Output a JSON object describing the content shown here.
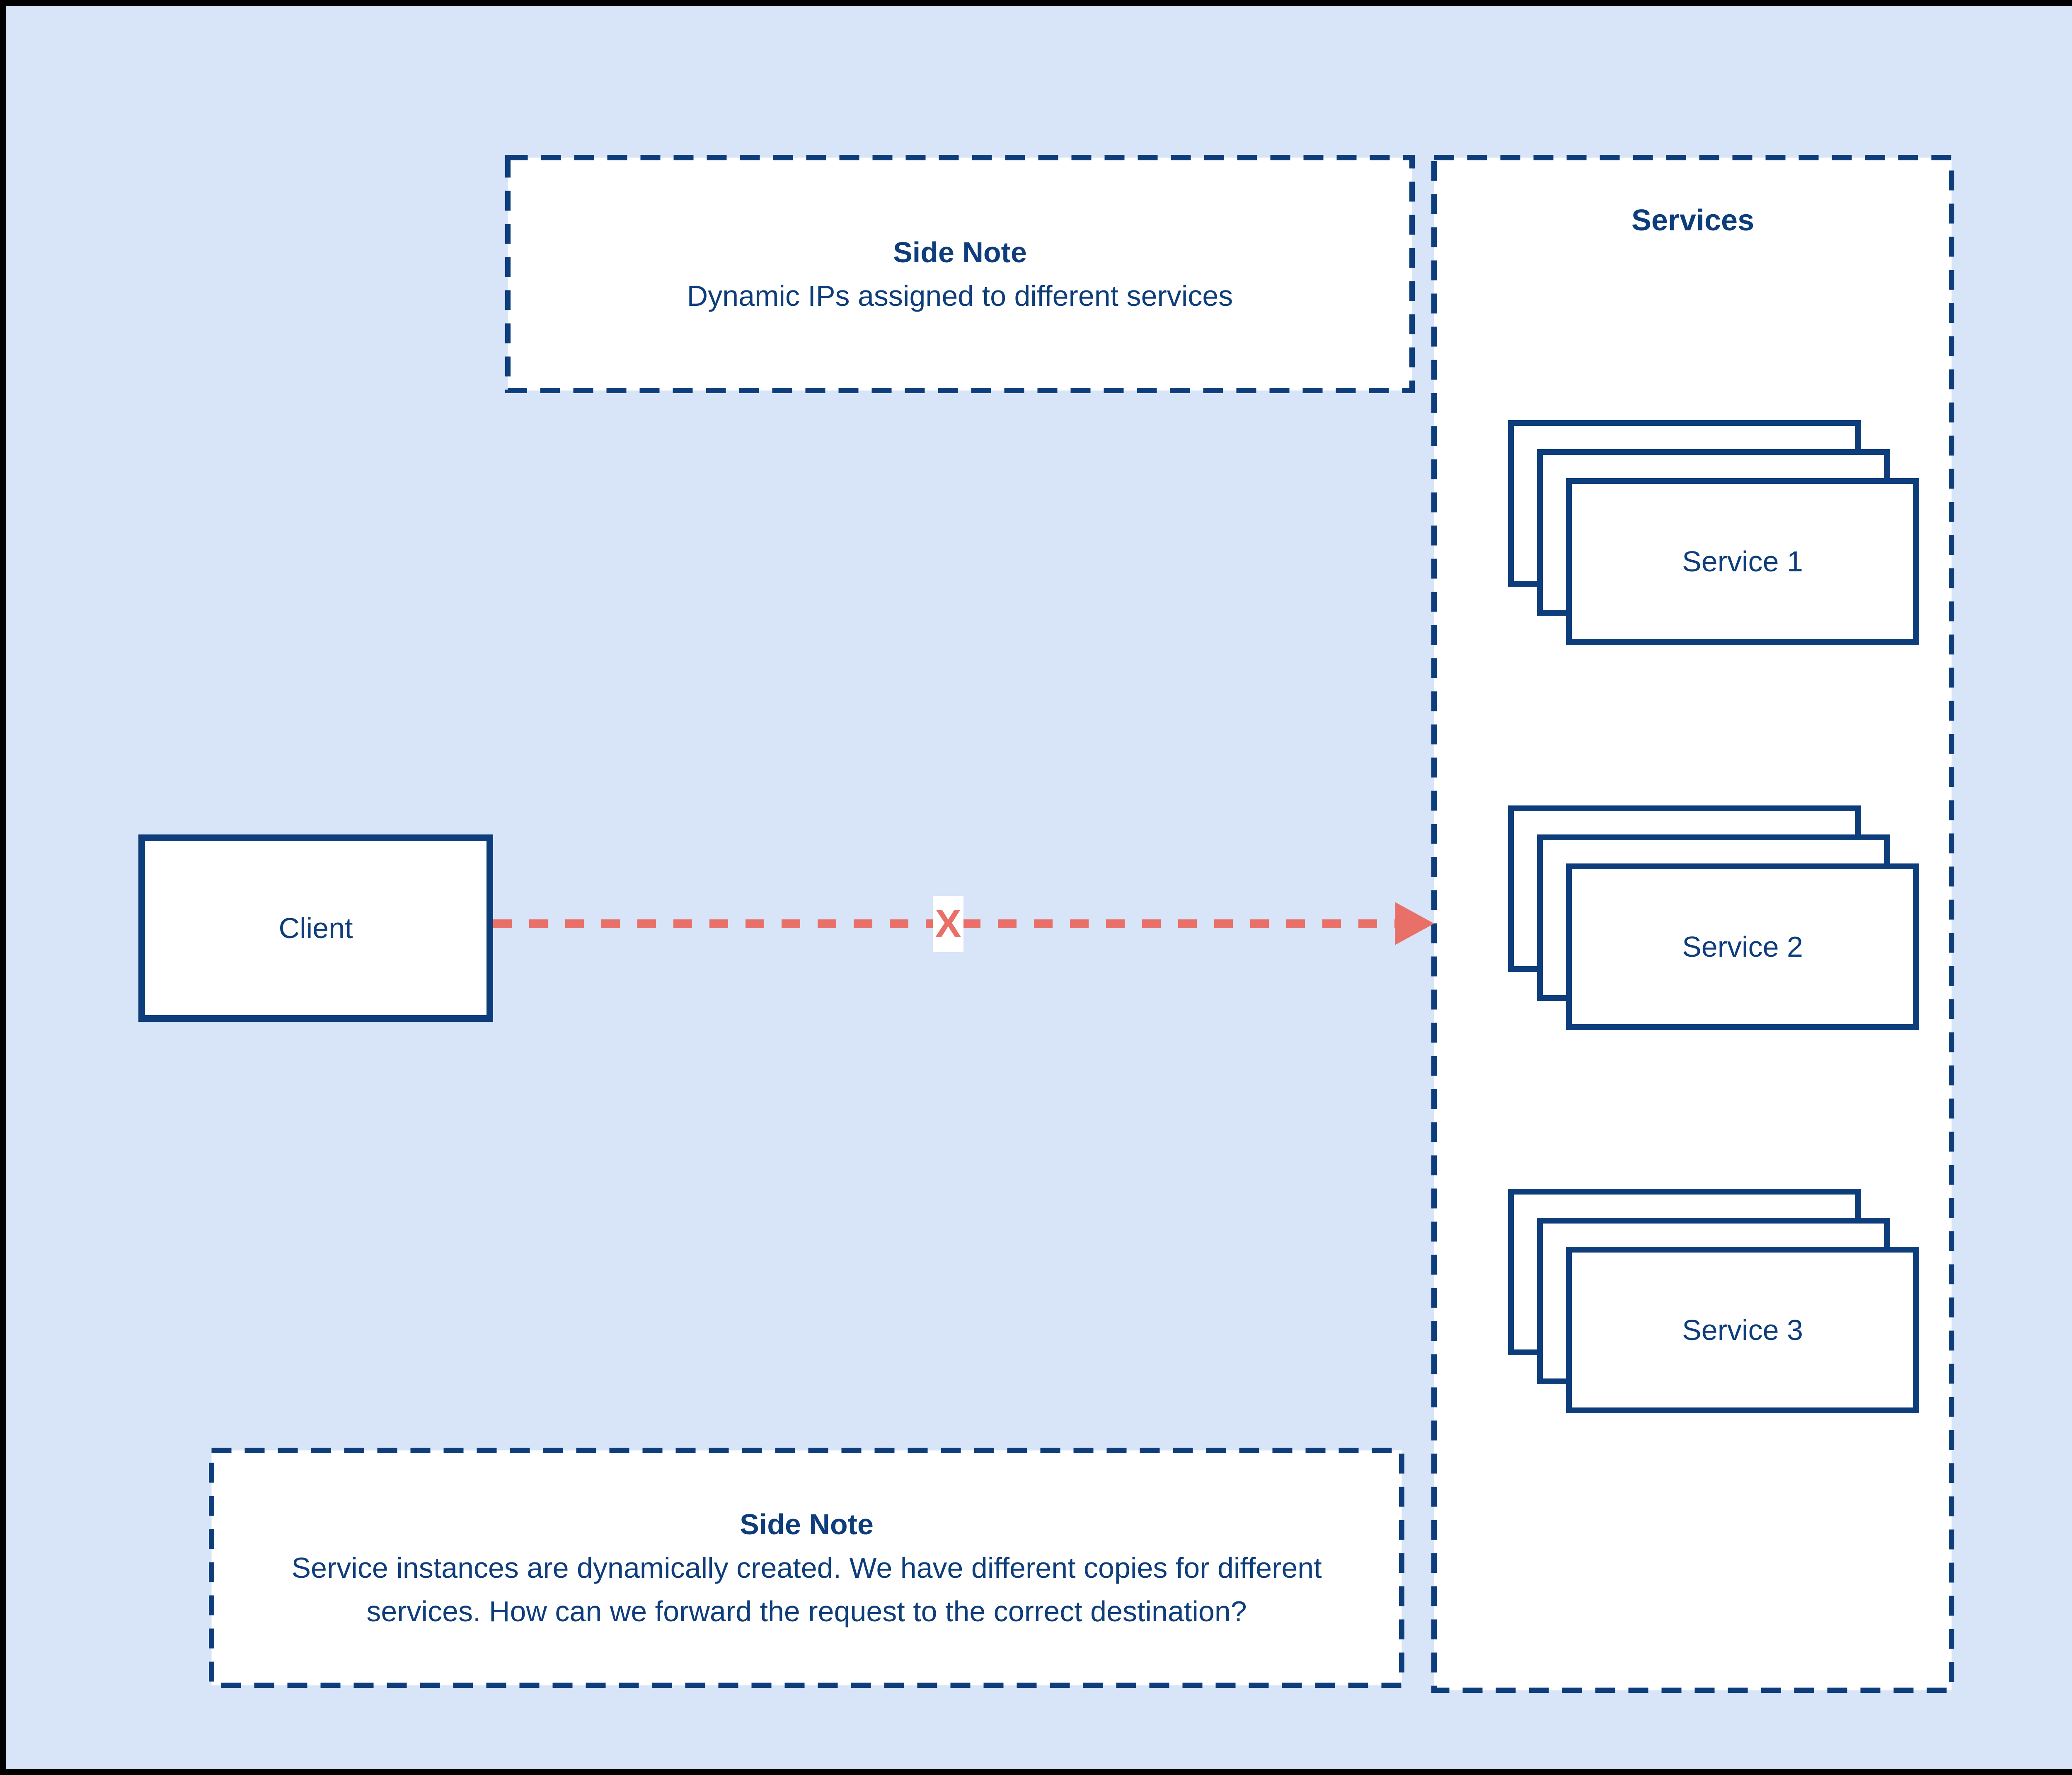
{
  "colors": {
    "canvas-bg": "#d8e4f7",
    "navy": "#0e3d7b",
    "red": "#e97069",
    "node-bg": "#ffffff",
    "frame": "#000000"
  },
  "notes": {
    "top": {
      "title": "Side Note",
      "body": "Dynamic IPs assigned to different services"
    },
    "bottom": {
      "title": "Side Note",
      "body": "Service instances are dynamically created. We have different copies for different services. How can we forward the request to the correct destination?"
    }
  },
  "client": {
    "label": "Client"
  },
  "services": {
    "title": "Services",
    "items": [
      {
        "label": "Service 1"
      },
      {
        "label": "Service 2"
      },
      {
        "label": "Service 3"
      }
    ]
  },
  "arrow": {
    "marker": "X"
  }
}
